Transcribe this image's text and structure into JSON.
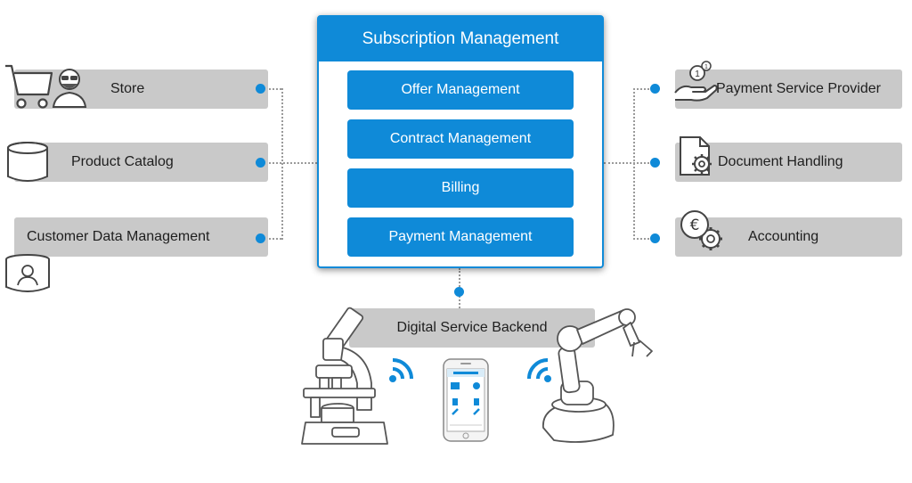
{
  "hub": {
    "title": "Subscription Management",
    "modules": [
      "Offer Management",
      "Contract Management",
      "Billing",
      "Payment Management"
    ]
  },
  "left_systems": [
    "Store",
    "Product Catalog",
    "Customer Data Management"
  ],
  "right_systems": [
    "Payment Service Provider",
    "Document Handling",
    "Accounting"
  ],
  "backend": {
    "label": "Digital Service Backend"
  },
  "icons": {
    "store": "shopping-cart-icon",
    "customer": "user-avatar-icon",
    "catalog": "database-icon",
    "customer_data": "user-card-icon",
    "payment": "hand-with-coins-icon",
    "document": "document-gear-icon",
    "accounting": "euro-gear-icon",
    "microscope": "microscope-icon",
    "phone": "smartphone-icon",
    "robot": "robot-arm-icon",
    "wireless": "wireless-signal-icon"
  },
  "colors": {
    "accent": "#0f8ad8",
    "box": "#c9c9c9",
    "connector": "#9a9a9a"
  }
}
